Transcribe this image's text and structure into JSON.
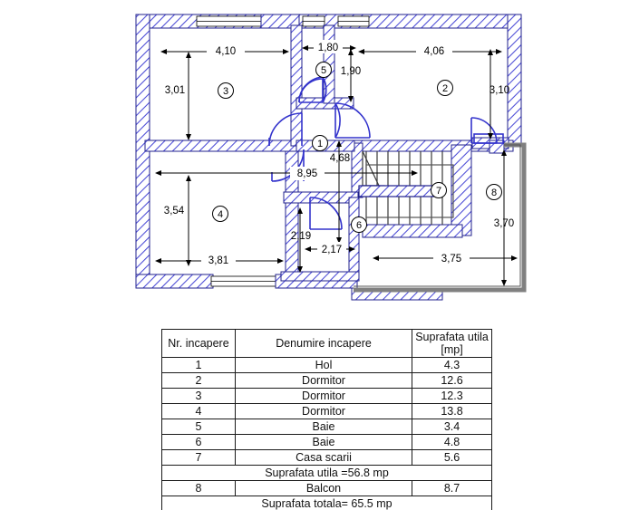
{
  "document": {
    "type": "architectural-floor-plan",
    "language": "ro"
  },
  "plan": {
    "rooms": [
      {
        "id": "1",
        "marker": "①",
        "name_key": "Hol"
      },
      {
        "id": "2",
        "marker": "②",
        "name_key": "Dormitor"
      },
      {
        "id": "3",
        "marker": "③",
        "name_key": "Dormitor"
      },
      {
        "id": "4",
        "marker": "④",
        "name_key": "Dormitor"
      },
      {
        "id": "5",
        "marker": "⑤",
        "name_key": "Baie"
      },
      {
        "id": "6",
        "marker": "⑥",
        "name_key": "Baie"
      },
      {
        "id": "7",
        "marker": "⑦",
        "name_key": "Casa scarii"
      },
      {
        "id": "8",
        "marker": "⑧",
        "name_key": "Balcon"
      }
    ],
    "dimensions": {
      "d_410": "4,10",
      "d_301": "3,01",
      "d_180": "1,80",
      "d_190": "1,90",
      "d_406": "4,06",
      "d_310": "3,10",
      "d_468": "4,68",
      "d_895": "8,95",
      "d_354": "3,54",
      "d_381": "3,81",
      "d_219": "2,19",
      "d_217": "2,17",
      "d_375": "3,75",
      "d_370": "3,70"
    },
    "colors": {
      "wall_hatch": "#4a4ad6",
      "wall_outline": "#20208c",
      "door_swing": "#3333cc",
      "balcony_edge": "#808080",
      "line": "#000000"
    }
  },
  "table": {
    "headers": {
      "nr": "Nr. incapere",
      "name": "Denumire incapere",
      "area_line1": "Suprafata utila",
      "area_line2": "[mp]"
    },
    "rows": [
      {
        "nr": "1",
        "name": "Hol",
        "area": "4.3"
      },
      {
        "nr": "2",
        "name": "Dormitor",
        "area": "12.6"
      },
      {
        "nr": "3",
        "name": "Dormitor",
        "area": "12.3"
      },
      {
        "nr": "4",
        "name": "Dormitor",
        "area": "13.8"
      },
      {
        "nr": "5",
        "name": "Baie",
        "area": "3.4"
      },
      {
        "nr": "6",
        "name": "Baie",
        "area": "4.8"
      },
      {
        "nr": "7",
        "name": "Casa scarii",
        "area": "5.6"
      }
    ],
    "subtotal": "Suprafata utila =56.8 mp",
    "balcony": {
      "nr": "8",
      "name": "Balcon",
      "area": "8.7"
    },
    "total": "Suprafata totala= 65.5 mp"
  }
}
